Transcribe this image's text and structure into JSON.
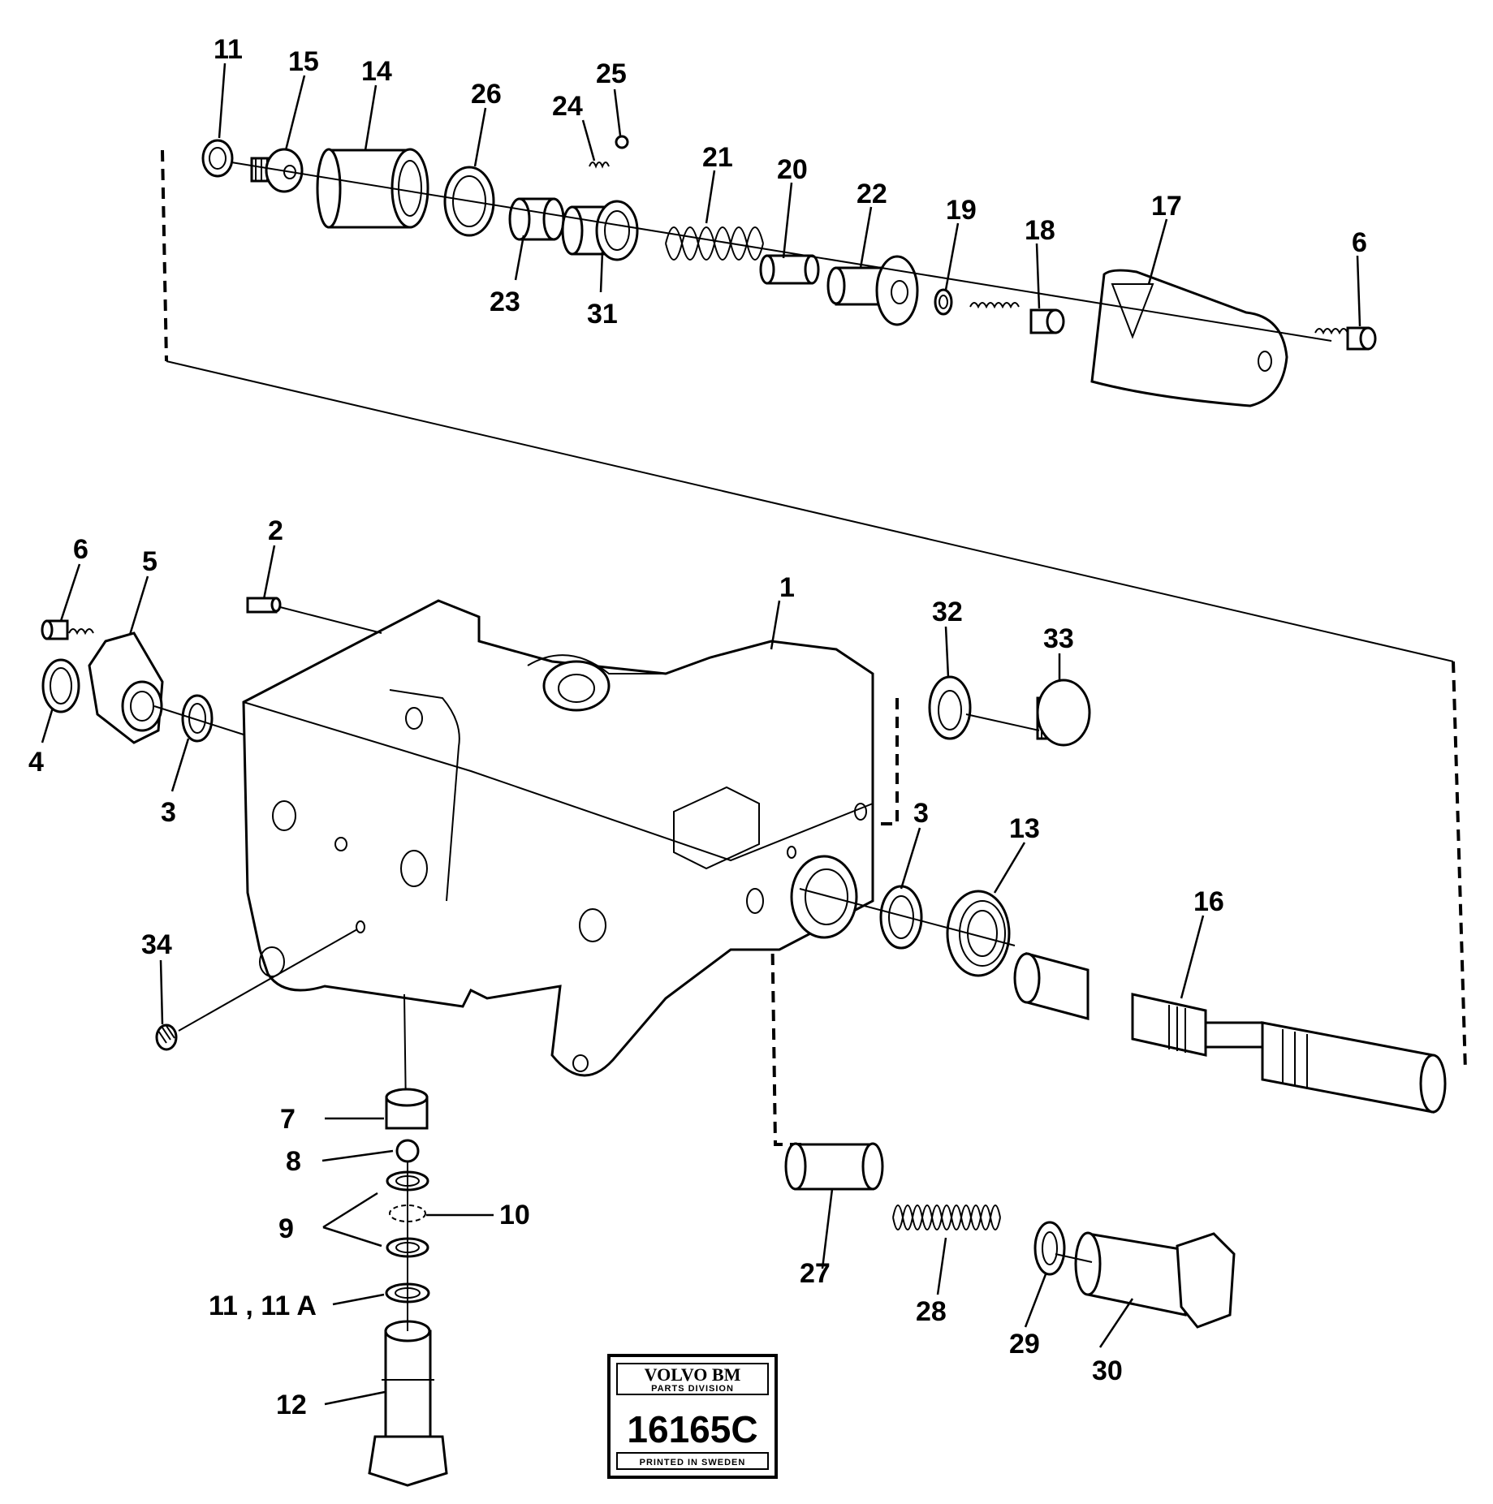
{
  "diagram": {
    "callouts": [
      {
        "id": "11-top",
        "text": "11"
      },
      {
        "id": "15",
        "text": "15"
      },
      {
        "id": "14",
        "text": "14"
      },
      {
        "id": "26",
        "text": "26"
      },
      {
        "id": "24",
        "text": "24"
      },
      {
        "id": "25",
        "text": "25"
      },
      {
        "id": "21",
        "text": "21"
      },
      {
        "id": "20",
        "text": "20"
      },
      {
        "id": "22",
        "text": "22"
      },
      {
        "id": "19",
        "text": "19"
      },
      {
        "id": "18",
        "text": "18"
      },
      {
        "id": "17",
        "text": "17"
      },
      {
        "id": "6-right",
        "text": "6"
      },
      {
        "id": "23",
        "text": "23"
      },
      {
        "id": "31",
        "text": "31"
      },
      {
        "id": "2",
        "text": "2"
      },
      {
        "id": "1",
        "text": "1"
      },
      {
        "id": "6-left",
        "text": "6"
      },
      {
        "id": "5",
        "text": "5"
      },
      {
        "id": "4",
        "text": "4"
      },
      {
        "id": "3-left",
        "text": "3"
      },
      {
        "id": "32",
        "text": "32"
      },
      {
        "id": "33",
        "text": "33"
      },
      {
        "id": "3-right",
        "text": "3"
      },
      {
        "id": "13",
        "text": "13"
      },
      {
        "id": "16",
        "text": "16"
      },
      {
        "id": "34",
        "text": "34"
      },
      {
        "id": "7",
        "text": "7"
      },
      {
        "id": "8",
        "text": "8"
      },
      {
        "id": "9",
        "text": "9"
      },
      {
        "id": "10",
        "text": "10"
      },
      {
        "id": "11-11A",
        "text": "11 , 11 A"
      },
      {
        "id": "12",
        "text": "12"
      },
      {
        "id": "27",
        "text": "27"
      },
      {
        "id": "28",
        "text": "28"
      },
      {
        "id": "29",
        "text": "29"
      },
      {
        "id": "30",
        "text": "30"
      }
    ]
  },
  "badge": {
    "brand": "VOLVO BM",
    "division": "PARTS DIVISION",
    "number": "16165C",
    "printed": "PRINTED IN SWEDEN"
  }
}
